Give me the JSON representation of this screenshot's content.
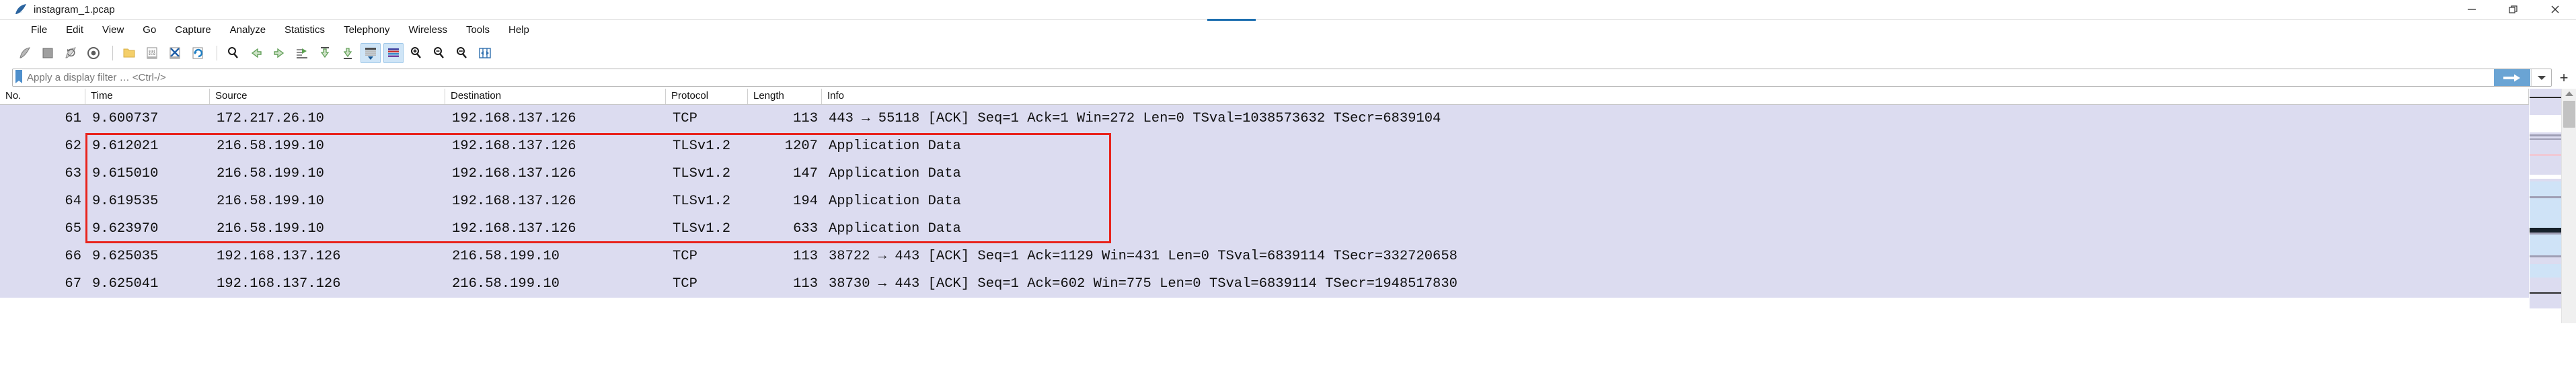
{
  "window": {
    "title": "instagram_1.pcap",
    "app_icon": "wireshark-fin-icon",
    "controls": {
      "minimize": "minimize-icon",
      "restore": "restore-icon",
      "close": "close-icon"
    }
  },
  "menubar": {
    "items": [
      {
        "label": "File"
      },
      {
        "label": "Edit"
      },
      {
        "label": "View"
      },
      {
        "label": "Go"
      },
      {
        "label": "Capture"
      },
      {
        "label": "Analyze"
      },
      {
        "label": "Statistics"
      },
      {
        "label": "Telephony"
      },
      {
        "label": "Wireless"
      },
      {
        "label": "Tools"
      },
      {
        "label": "Help"
      }
    ]
  },
  "toolbar": {
    "buttons": [
      {
        "name": "start-capture-icon",
        "selected": false
      },
      {
        "name": "stop-capture-icon",
        "selected": false
      },
      {
        "name": "restart-capture-icon",
        "selected": false
      },
      {
        "name": "capture-options-icon",
        "selected": false
      },
      {
        "name": "open-file-icon",
        "selected": false
      },
      {
        "name": "save-file-icon",
        "selected": false
      },
      {
        "name": "close-file-icon",
        "selected": false
      },
      {
        "name": "reload-file-icon",
        "selected": false
      },
      {
        "name": "find-packet-icon",
        "selected": false
      },
      {
        "name": "go-back-icon",
        "selected": false
      },
      {
        "name": "go-forward-icon",
        "selected": false
      },
      {
        "name": "go-to-packet-icon",
        "selected": false
      },
      {
        "name": "go-first-packet-icon",
        "selected": false
      },
      {
        "name": "go-last-packet-icon",
        "selected": false
      },
      {
        "name": "auto-scroll-icon",
        "selected": true
      },
      {
        "name": "colorize-packets-icon",
        "selected": true
      },
      {
        "name": "zoom-in-icon",
        "selected": false
      },
      {
        "name": "zoom-out-icon",
        "selected": false
      },
      {
        "name": "zoom-reset-icon",
        "selected": false
      },
      {
        "name": "resize-columns-icon",
        "selected": false
      }
    ]
  },
  "filter": {
    "placeholder": "Apply a display filter … <Ctrl-/>",
    "value": "",
    "bookmark_icon": "filter-bookmark-icon",
    "apply_icon": "apply-filter-arrow-icon",
    "dropdown_icon": "chevron-down-icon",
    "add_label": "+"
  },
  "packet_list": {
    "columns": [
      {
        "key": "no",
        "label": "No."
      },
      {
        "key": "time",
        "label": "Time"
      },
      {
        "key": "src",
        "label": "Source"
      },
      {
        "key": "dst",
        "label": "Destination"
      },
      {
        "key": "proto",
        "label": "Protocol"
      },
      {
        "key": "len",
        "label": "Length"
      },
      {
        "key": "info",
        "label": "Info"
      }
    ],
    "rows": [
      {
        "no": "61",
        "time": "9.600737",
        "src": "172.217.26.10",
        "dst": "192.168.137.126",
        "proto": "TCP",
        "len": "113",
        "info": "443 → 55118 [ACK] Seq=1 Ack=1 Win=272 Len=0 TSval=1038573632 TSecr=6839104"
      },
      {
        "no": "62",
        "time": "9.612021",
        "src": "216.58.199.10",
        "dst": "192.168.137.126",
        "proto": "TLSv1.2",
        "len": "1207",
        "info": "Application Data"
      },
      {
        "no": "63",
        "time": "9.615010",
        "src": "216.58.199.10",
        "dst": "192.168.137.126",
        "proto": "TLSv1.2",
        "len": "147",
        "info": "Application Data"
      },
      {
        "no": "64",
        "time": "9.619535",
        "src": "216.58.199.10",
        "dst": "192.168.137.126",
        "proto": "TLSv1.2",
        "len": "194",
        "info": "Application Data"
      },
      {
        "no": "65",
        "time": "9.623970",
        "src": "216.58.199.10",
        "dst": "192.168.137.126",
        "proto": "TLSv1.2",
        "len": "633",
        "info": "Application Data"
      },
      {
        "no": "66",
        "time": "9.625035",
        "src": "192.168.137.126",
        "dst": "216.58.199.10",
        "proto": "TCP",
        "len": "113",
        "info": "38722 → 443 [ACK] Seq=1 Ack=1129 Win=431 Len=0 TSval=6839114 TSecr=332720658"
      },
      {
        "no": "67",
        "time": "9.625041",
        "src": "192.168.137.126",
        "dst": "216.58.199.10",
        "proto": "TCP",
        "len": "113",
        "info": "38730 → 443 [ACK] Seq=1 Ack=602 Win=775 Len=0 TSval=6839114 TSecr=1948517830"
      }
    ],
    "annotation": {
      "name": "red-highlight-box",
      "color": "#e8231c",
      "covers_rows": [
        "62",
        "63",
        "64",
        "65"
      ]
    }
  },
  "colors": {
    "row_background": "#dcdcf0",
    "annotation_red": "#e8231c",
    "accent_blue": "#1d6fb0",
    "selected_toolbar": "#cfe5f7"
  }
}
